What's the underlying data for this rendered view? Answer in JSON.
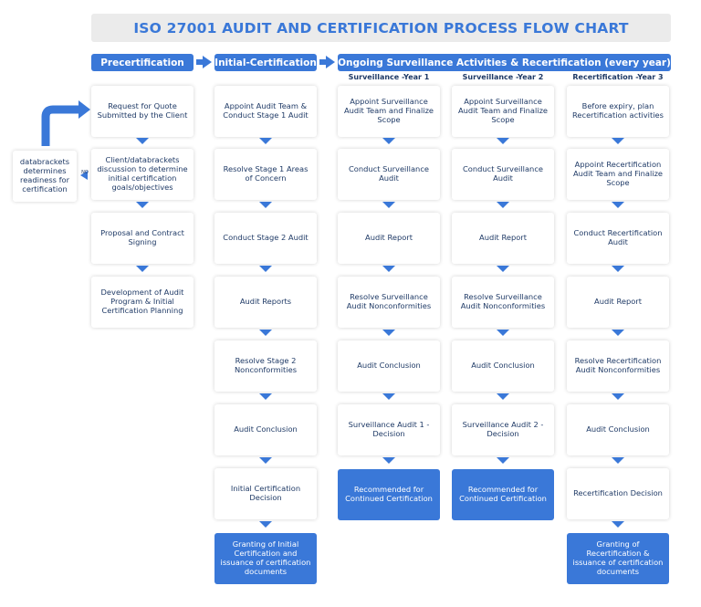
{
  "title": "ISO 27001 AUDIT AND CERTIFICATION PROCESS FLOW CHART",
  "phases": {
    "pre": "Precertification",
    "initial": "Initial-Certification",
    "ongoing": "Ongoing Surveillance Activities & Recertification (every year)"
  },
  "column_headers": {
    "y1": "Surveillance -Year 1",
    "y2": "Surveillance -Year 2",
    "y3": "Recertification -Year 3"
  },
  "side_box": "databrackets determines readiness for certification",
  "no_label": "NO",
  "columns": {
    "pre": [
      "Request for Quote Submitted by the Client",
      "Client/databrackets discussion to determine initial certification goals/objectives",
      "Proposal and Contract Signing",
      "Development of Audit Program & Initial Certification Planning"
    ],
    "initial": [
      "Appoint Audit Team & Conduct Stage 1 Audit",
      "Resolve Stage 1 Areas of Concern",
      "Conduct Stage 2 Audit",
      "Audit Reports",
      "Resolve Stage 2 Nonconformities",
      "Audit Conclusion",
      "Initial Certification Decision",
      "Granting of Initial Certification and issuance of certification documents"
    ],
    "y1": [
      "Appoint Surveillance Audit Team and Finalize Scope",
      "Conduct Surveillance Audit",
      "Audit Report",
      "Resolve Surveillance Audit Nonconformities",
      "Audit Conclusion",
      "Surveillance Audit 1 - Decision",
      "Recommended for Continued Certification"
    ],
    "y2": [
      "Appoint Surveillance Audit Team and Finalize Scope",
      "Conduct Surveillance Audit",
      "Audit Report",
      "Resolve Surveillance Audit Nonconformities",
      "Audit Conclusion",
      "Surveillance Audit 2 - Decision",
      "Recommended for Continued Certification"
    ],
    "y3": [
      "Before expiry, plan Recertification activities",
      "Appoint Recertification Audit Team and Finalize Scope",
      "Conduct Recertification Audit",
      "Audit Report",
      "Resolve Recertification Audit Nonconformities",
      "Audit Conclusion",
      "Recertification Decision",
      "Granting of Recertification & issuance of certification documents"
    ]
  },
  "colors": {
    "accent": "#3a78d8",
    "title_bg": "#ebebeb",
    "text": "#1f3a66"
  }
}
